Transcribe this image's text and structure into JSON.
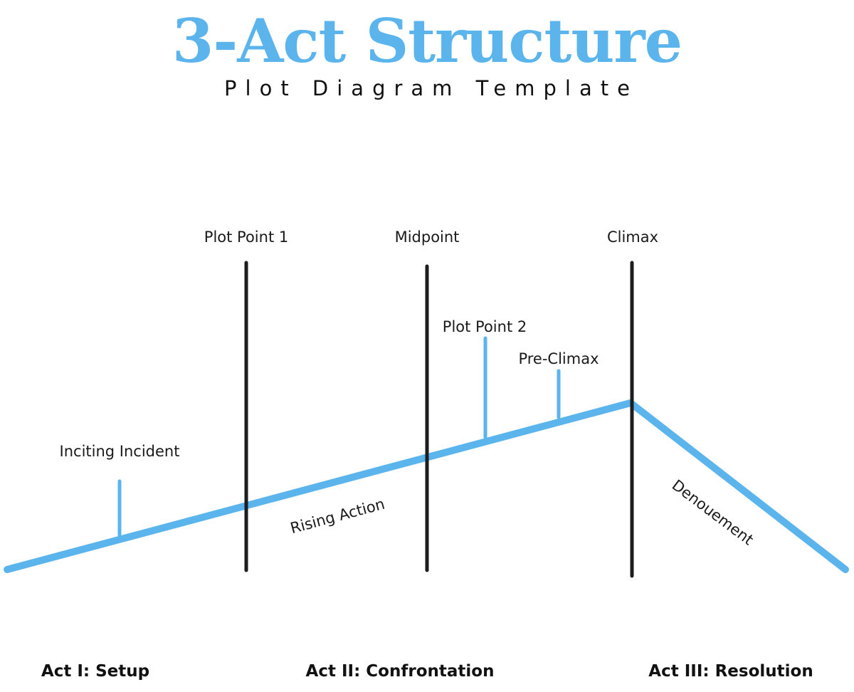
{
  "header": {
    "title": "3-Act Structure",
    "subtitle": "Plot Diagram Template"
  },
  "colors": {
    "accent": "#5bb5ec",
    "divider": "#1d1d1f",
    "text": "#1a1a1a"
  },
  "turning_points": {
    "plot_point_1": "Plot Point 1",
    "midpoint": "Midpoint",
    "climax": "Climax"
  },
  "events": {
    "inciting_incident": "Inciting Incident",
    "plot_point_2": "Plot Point 2",
    "pre_climax": "Pre-Climax"
  },
  "segments": {
    "rising_action": "Rising Action",
    "denouement": "Denouement"
  },
  "acts": {
    "act1": "Act I: Setup",
    "act2": "Act II: Confrontation",
    "act3": "Act III: Resolution"
  }
}
